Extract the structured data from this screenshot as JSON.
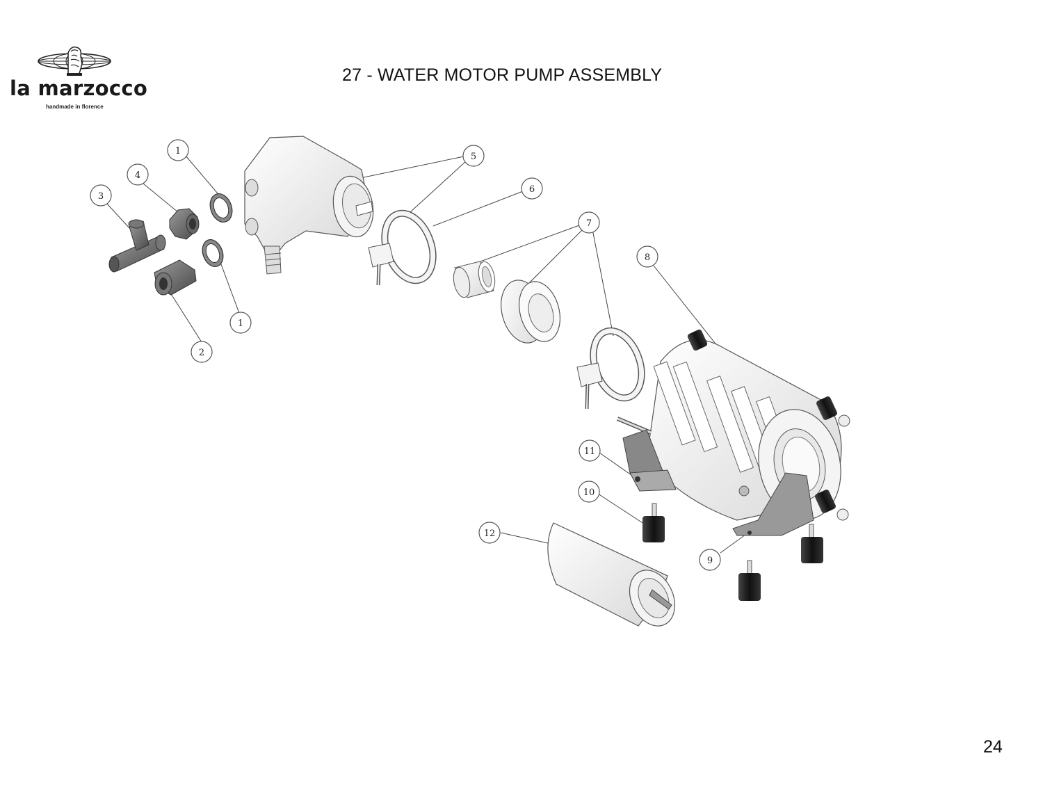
{
  "brand": {
    "name": "la marzocco",
    "tagline": "handmade in florence"
  },
  "title": "27 - WATER MOTOR PUMP ASSEMBLY",
  "page_number": "24",
  "callouts": [
    {
      "label": "1"
    },
    {
      "label": "4"
    },
    {
      "label": "3"
    },
    {
      "label": "1"
    },
    {
      "label": "2"
    },
    {
      "label": "5"
    },
    {
      "label": "6"
    },
    {
      "label": "7"
    },
    {
      "label": "8"
    },
    {
      "label": "11"
    },
    {
      "label": "10"
    },
    {
      "label": "12"
    },
    {
      "label": "9"
    }
  ],
  "parts": [
    {
      "name": "washer"
    },
    {
      "name": "union-fitting"
    },
    {
      "name": "tee-fitting"
    },
    {
      "name": "nut-fitting"
    },
    {
      "name": "pump-head"
    },
    {
      "name": "clamp"
    },
    {
      "name": "adapter-sleeve"
    },
    {
      "name": "motor"
    },
    {
      "name": "mounting-bracket"
    },
    {
      "name": "anti-vibration-foot"
    },
    {
      "name": "capacitor"
    }
  ],
  "colors": {
    "outline": "#555555",
    "dark_fitting": "#6a6a6a",
    "rubber": "#1e1e1e",
    "leader": "#444444"
  }
}
